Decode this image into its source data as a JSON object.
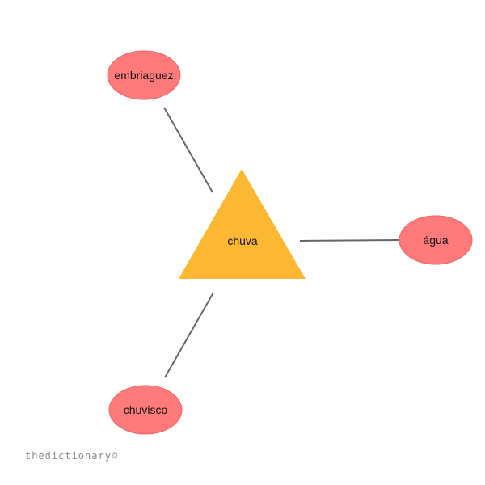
{
  "center": {
    "label": "chuva",
    "shape": "triangle",
    "color": "#FDB833"
  },
  "related": [
    {
      "id": "embriaguez",
      "label": "embriaguez",
      "color": "#FF7B7B",
      "stroke": "#F06262"
    },
    {
      "id": "agua",
      "label": "água",
      "color": "#FF7B7B",
      "stroke": "#F06262"
    },
    {
      "id": "chuvisco",
      "label": "chuvisco",
      "color": "#FF7B7B",
      "stroke": "#F06262"
    }
  ],
  "edge_color": "#666666",
  "watermark": "thedictionary©"
}
